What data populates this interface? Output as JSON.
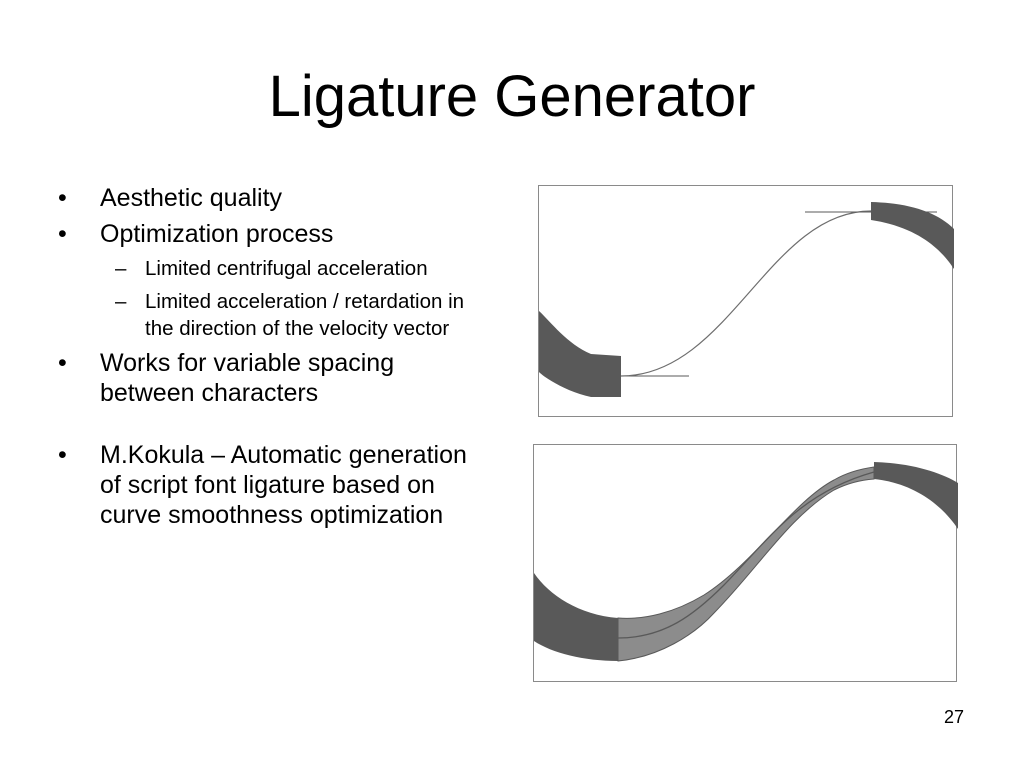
{
  "slide": {
    "title": "Ligature Generator",
    "bullets": [
      "Aesthetic quality",
      "Optimization process",
      "Works for variable spacing between characters",
      "M.Kokula – Automatic generation of script font ligature based on curve smoothness optimization"
    ],
    "sub_bullets": [
      "Limited centrifugal acceleration",
      "Limited acceleration / retardation in the direction of the velocity vector"
    ],
    "bullet_marker": "•",
    "sub_bullet_marker": "–",
    "page_number": "27"
  },
  "colors": {
    "stroke_dark": "#595959",
    "stroke_light": "#8c8c8c",
    "curve_line": "#6e6e6e",
    "frame_border": "#8a8a8a"
  }
}
